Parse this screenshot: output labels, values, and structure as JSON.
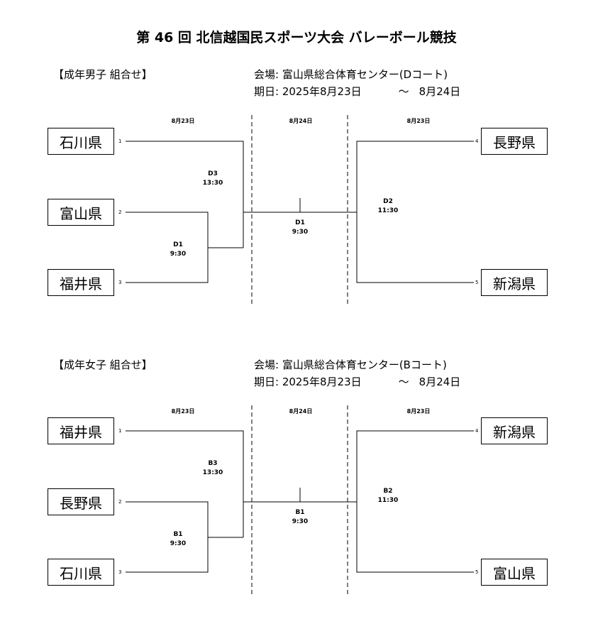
{
  "title": "第 46 回 北信越国民スポーツ大会 バレーボール競技",
  "sections": [
    {
      "category": "【成年男子  組合せ】",
      "venue": "会場: 富山県総合体育センター(Dコート)",
      "period_start": "期日: 2025年8月23日",
      "period_sep": "〜",
      "period_end": "8月24日",
      "dates": {
        "left": "8月23日",
        "center": "8月24日",
        "right": "8月23日"
      },
      "teams": {
        "t1": {
          "name": "石川県",
          "seed": "1"
        },
        "t2": {
          "name": "富山県",
          "seed": "2"
        },
        "t3": {
          "name": "福井県",
          "seed": "3"
        },
        "t4": {
          "name": "長野県",
          "seed": "4"
        },
        "t5": {
          "name": "新潟県",
          "seed": "5"
        }
      },
      "matches": {
        "first": {
          "code": "D1",
          "time": "9:30"
        },
        "semi": {
          "code": "D3",
          "time": "13:30"
        },
        "right": {
          "code": "D2",
          "time": "11:30"
        },
        "final": {
          "code": "D1",
          "time": "9:30"
        }
      }
    },
    {
      "category": "【成年女子  組合せ】",
      "venue": "会場: 富山県総合体育センター(Bコート)",
      "period_start": "期日: 2025年8月23日",
      "period_sep": "〜",
      "period_end": "8月24日",
      "dates": {
        "left": "8月23日",
        "center": "8月24日",
        "right": "8月23日"
      },
      "teams": {
        "t1": {
          "name": "福井県",
          "seed": "1"
        },
        "t2": {
          "name": "長野県",
          "seed": "2"
        },
        "t3": {
          "name": "石川県",
          "seed": "3"
        },
        "t4": {
          "name": "新潟県",
          "seed": "4"
        },
        "t5": {
          "name": "富山県",
          "seed": "5"
        }
      },
      "matches": {
        "first": {
          "code": "B1",
          "time": "9:30"
        },
        "semi": {
          "code": "B3",
          "time": "13:30"
        },
        "right": {
          "code": "B2",
          "time": "11:30"
        },
        "final": {
          "code": "B1",
          "time": "9:30"
        }
      }
    }
  ]
}
